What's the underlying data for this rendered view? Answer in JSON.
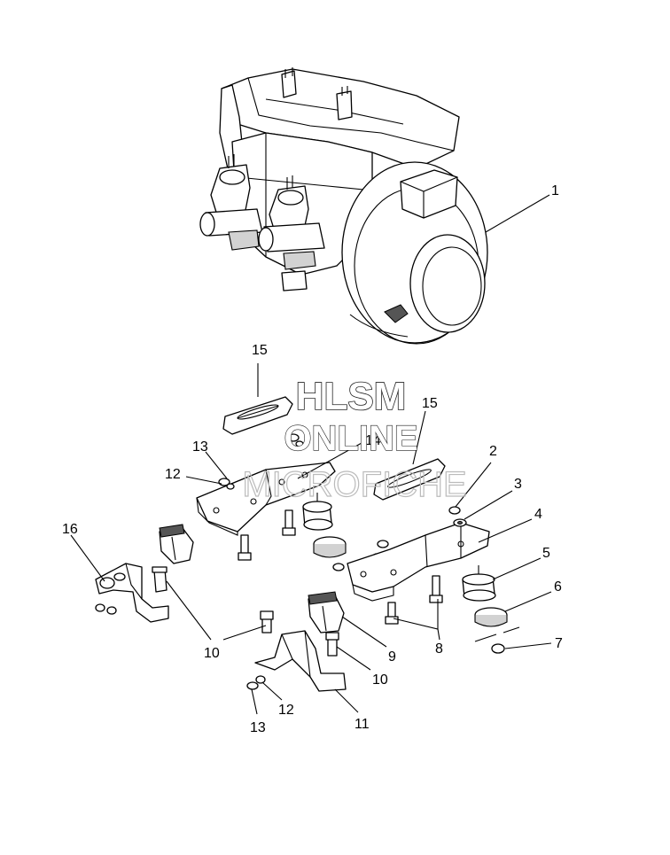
{
  "watermark": {
    "line1": "HLSM",
    "line2": "ONLINE",
    "line3": "MICROFICHE"
  },
  "callouts": [
    {
      "id": "c1",
      "text": "1"
    },
    {
      "id": "c2",
      "text": "2"
    },
    {
      "id": "c3",
      "text": "3"
    },
    {
      "id": "c4",
      "text": "4"
    },
    {
      "id": "c5",
      "text": "5"
    },
    {
      "id": "c6",
      "text": "6"
    },
    {
      "id": "c7",
      "text": "7"
    },
    {
      "id": "c8",
      "text": "8"
    },
    {
      "id": "c9",
      "text": "9"
    },
    {
      "id": "c10a",
      "text": "10"
    },
    {
      "id": "c10b",
      "text": "10"
    },
    {
      "id": "c11",
      "text": "11"
    },
    {
      "id": "c12a",
      "text": "12"
    },
    {
      "id": "c12b",
      "text": "12"
    },
    {
      "id": "c13a",
      "text": "13"
    },
    {
      "id": "c13b",
      "text": "13"
    },
    {
      "id": "c14",
      "text": "14"
    },
    {
      "id": "c15a",
      "text": "15"
    },
    {
      "id": "c15b",
      "text": "15"
    },
    {
      "id": "c16",
      "text": "16"
    }
  ]
}
